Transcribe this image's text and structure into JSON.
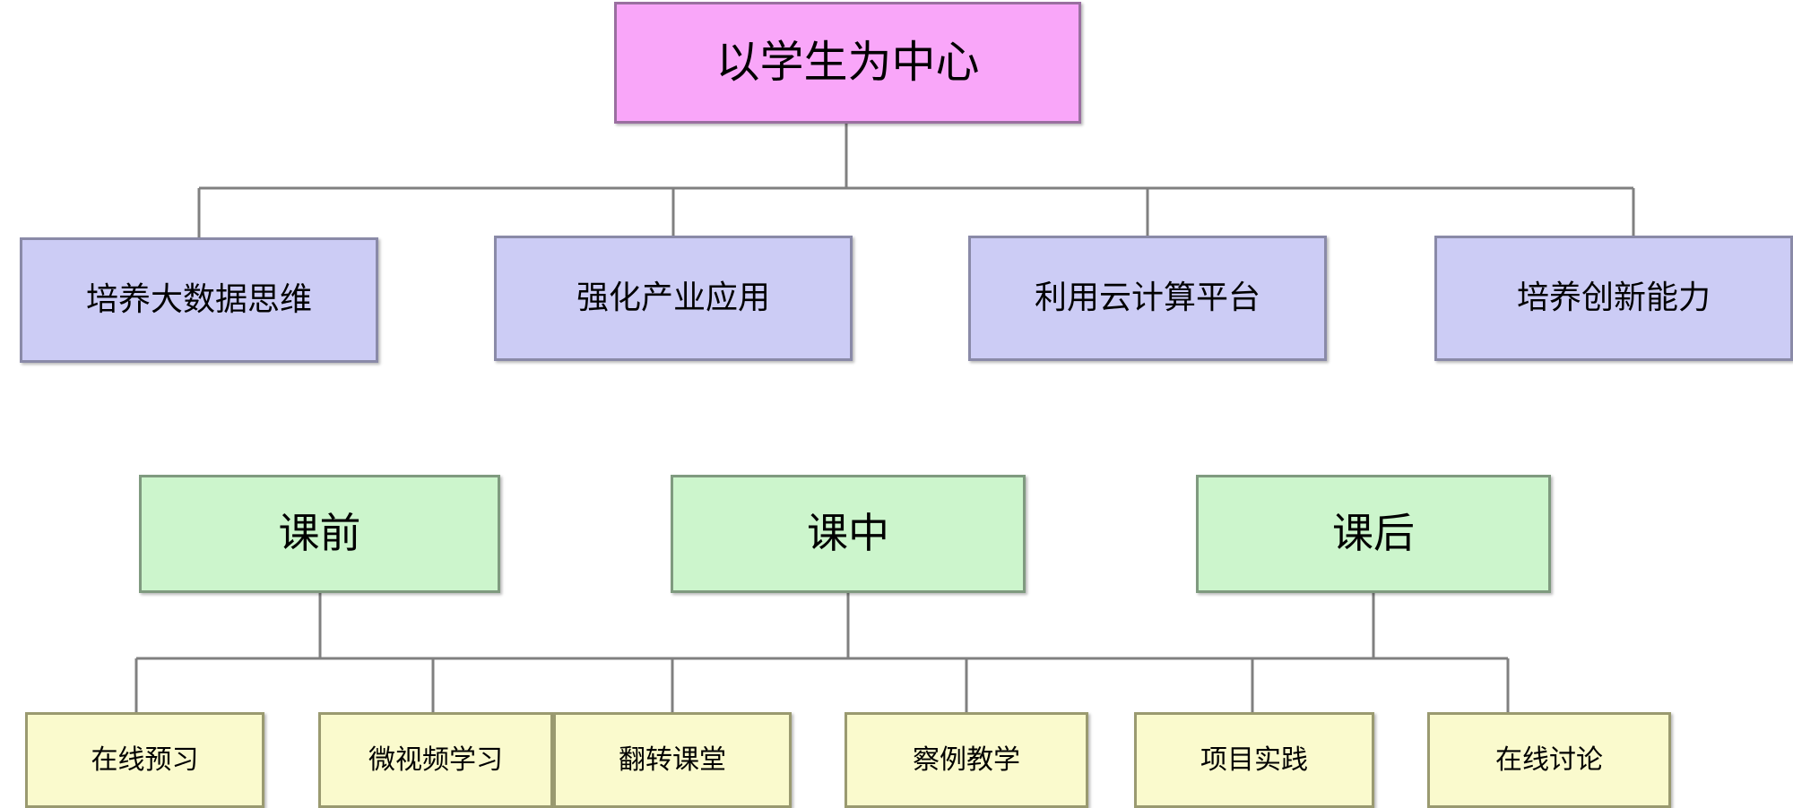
{
  "diagram": {
    "title": "以学生为中心",
    "colors": {
      "root_fill": "#f9a6f9",
      "root_border": "#9a6fa0",
      "goal_fill": "#ccccf5",
      "goal_border": "#8a8aa8",
      "phase_fill": "#ccf5cc",
      "phase_border": "#7f9a7f",
      "activity_fill": "#fafacd",
      "activity_border": "#9a9a70",
      "connector": "#808080",
      "background": "#ffffff"
    },
    "root": {
      "label": "以学生为中心"
    },
    "goals": [
      {
        "label": "培养大数据思维"
      },
      {
        "label": "强化产业应用"
      },
      {
        "label": "利用云计算平台"
      },
      {
        "label": "培养创新能力"
      }
    ],
    "phases": [
      {
        "label": "课前"
      },
      {
        "label": "课中"
      },
      {
        "label": "课后"
      }
    ],
    "activities": [
      {
        "label": "在线预习"
      },
      {
        "label": "微视频学习"
      },
      {
        "label": "翻转课堂"
      },
      {
        "label": "察例教学"
      },
      {
        "label": "项目实践"
      },
      {
        "label": "在线讨论"
      }
    ]
  }
}
